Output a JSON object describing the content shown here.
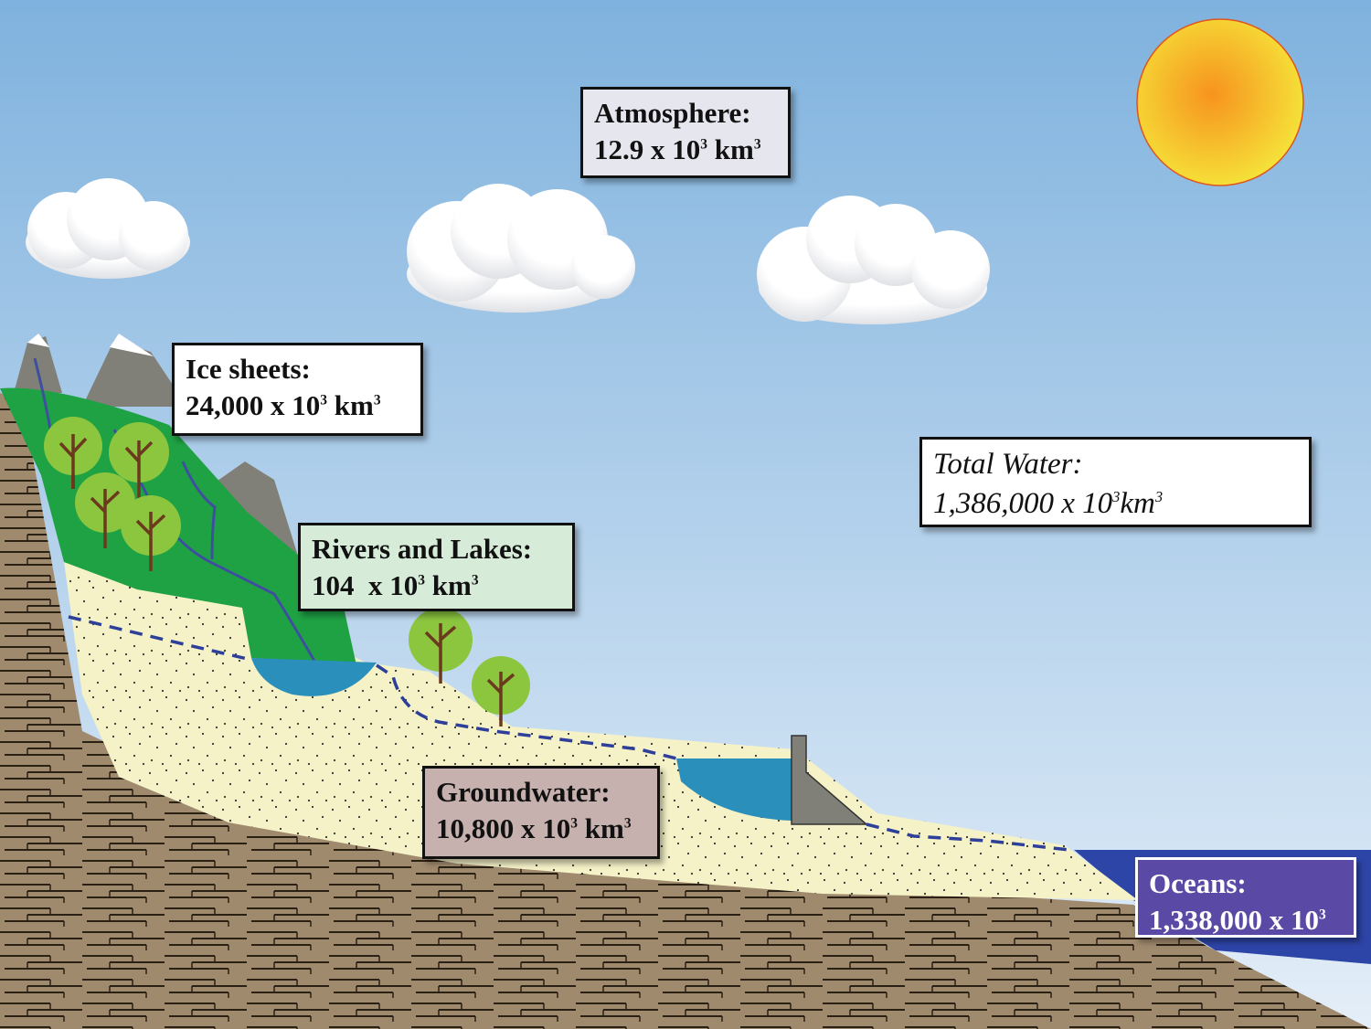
{
  "colors": {
    "sky_top": "#7fb2de",
    "sky_bottom": "#e4eef8",
    "bedrock": "#a08a6e",
    "sand": "#f5f2c8",
    "forest": "#1fa244",
    "water": "#2a8fbb",
    "ocean": "#2e45a8",
    "mountain": "#808078",
    "sun": "#f7a51e"
  },
  "reservoirs": {
    "atmosphere": {
      "name": "Atmosphere:",
      "value": "12.9 x 10",
      "exp": "3",
      "unit": " km",
      "unit_exp": "3"
    },
    "ice_sheets": {
      "name": "Ice sheets:",
      "value": "24,000 x 10",
      "exp": "3",
      "unit": " km",
      "unit_exp": "3"
    },
    "rivers_lakes": {
      "name": "Rivers and Lakes:",
      "value": "104  x 10",
      "exp": "3",
      "unit": " km",
      "unit_exp": "3"
    },
    "groundwater": {
      "name": "Groundwater:",
      "value": "10,800 x 10",
      "exp": "3",
      "unit": " km",
      "unit_exp": "3"
    },
    "oceans": {
      "name": "Oceans:",
      "value": "1,338,000 x 10",
      "exp": "3"
    },
    "total": {
      "name": "Total Water:",
      "value": "1,386,000 x 10",
      "exp": "3",
      "unit": "km",
      "unit_exp": "3"
    }
  }
}
